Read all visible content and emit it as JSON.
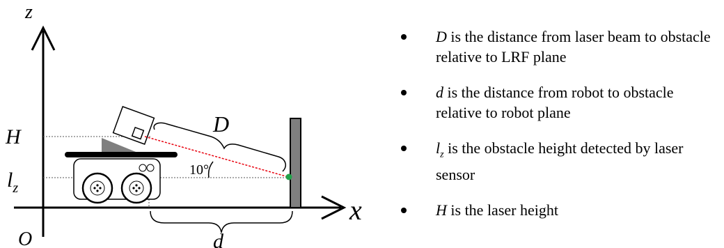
{
  "diagram": {
    "labels": {
      "z_axis": "z",
      "x_axis": "x",
      "origin": "O",
      "H": "H",
      "lz_main": "l",
      "lz_sub": "z",
      "D": "D",
      "d": "d",
      "angle": "10°"
    },
    "colors": {
      "beam": "#e8000d",
      "hit_point": "#22a34a",
      "obstacle": "#7f7f7f",
      "sensor_mount": "#7f7f7f"
    }
  },
  "legend": {
    "items": [
      {
        "symbol": "D",
        "text": " is the distance from laser beam to obstacle relative to LRF plane"
      },
      {
        "symbol": "d",
        "text": " is the distance from robot to obstacle relative to robot plane"
      },
      {
        "symbol": "l",
        "symbol_sub": "z",
        "text": " is the obstacle height detected by laser sensor"
      },
      {
        "symbol": "H",
        "text": " is the laser height"
      }
    ]
  }
}
